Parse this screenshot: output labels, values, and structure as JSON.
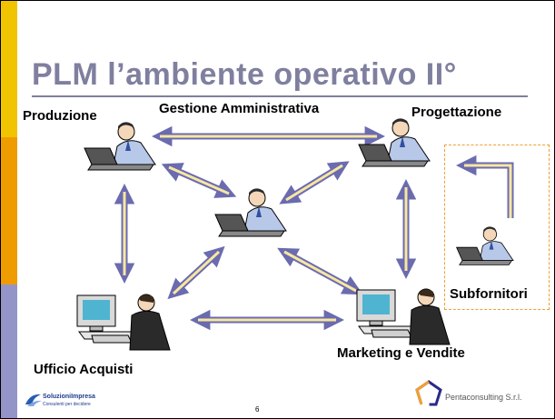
{
  "title": "PLM l’ambiente operativo II°",
  "nodes": {
    "produzione": "Produzione",
    "gestione": "Gestione Amministrativa",
    "progettazione": "Progettazione",
    "subfornitori": "Subfornitori",
    "acquisti": "Ufficio Acquisti",
    "marketing": "Marketing e Vendite"
  },
  "page_number": "6",
  "logos": {
    "left_name": "SoluzioniImpresa",
    "left_tagline": "Consulenti per decidere",
    "right_name": "Pentaconsulting S.r.l."
  },
  "colors": {
    "accent_yellow": "#f0c400",
    "accent_orange": "#ef9c00",
    "accent_purple": "#9494c8",
    "title_gray": "#7f7f9f",
    "arrow_body": "#f7e7a0",
    "arrow_edge": "#6b6bb0",
    "subfornitori_box": "#f0a030"
  }
}
